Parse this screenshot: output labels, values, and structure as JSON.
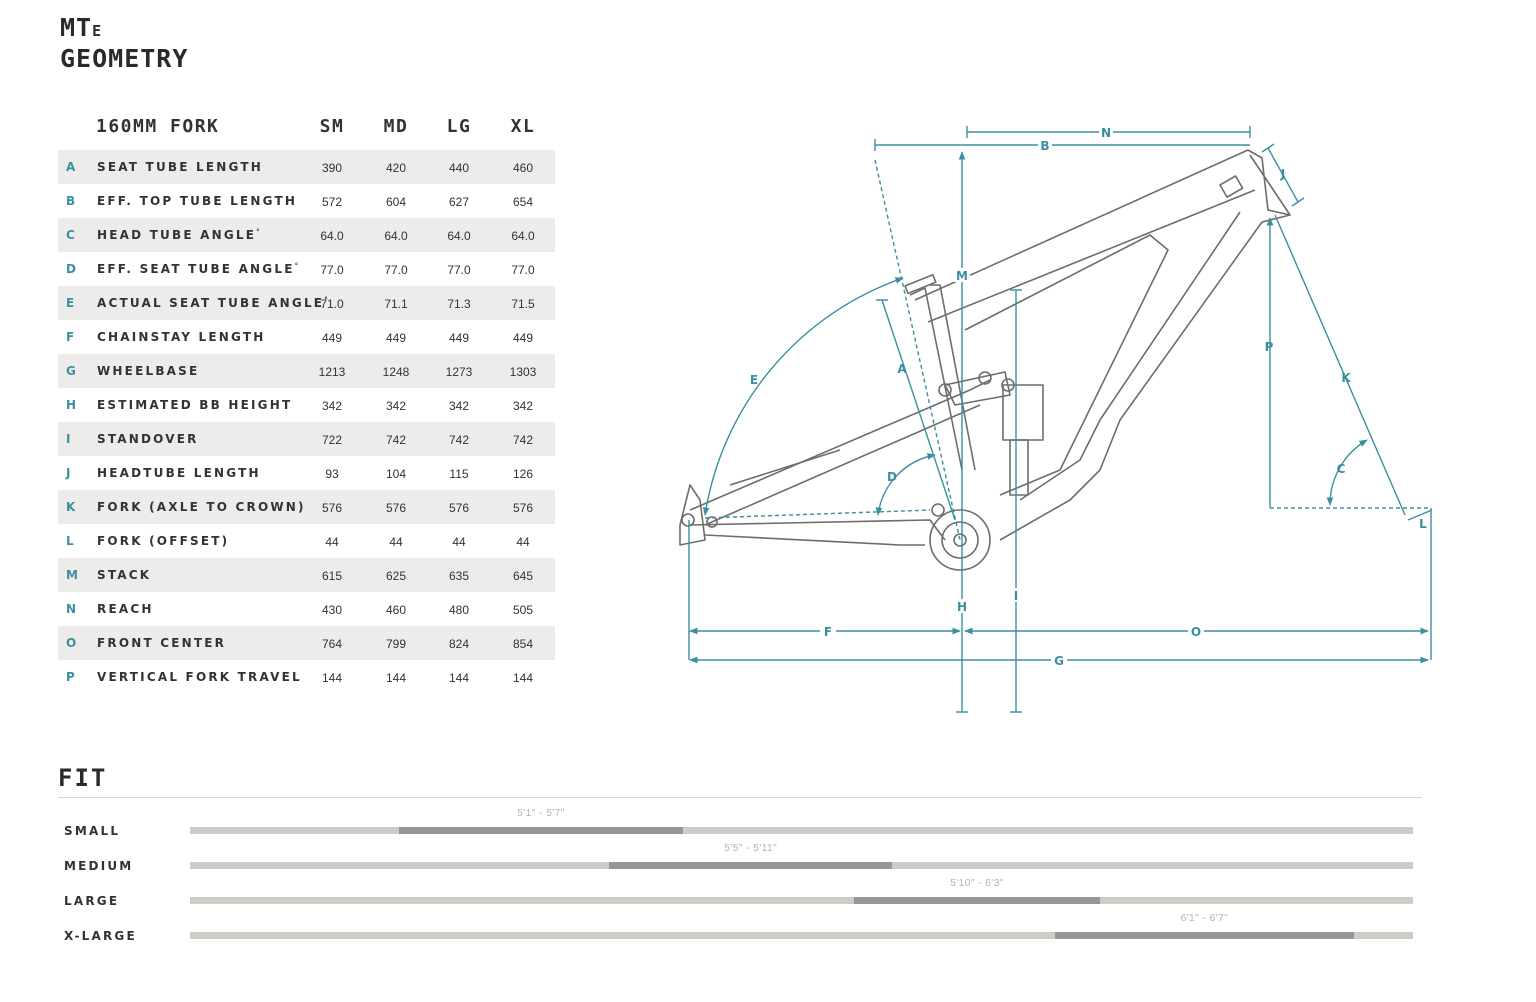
{
  "title": {
    "model": "MT",
    "model_suffix": "E",
    "heading": "GEOMETRY"
  },
  "table": {
    "fork_label": "160MM FORK",
    "sizes": [
      "SM",
      "MD",
      "LG",
      "XL"
    ],
    "rows": [
      {
        "letter": "A",
        "label": "SEAT TUBE LENGTH",
        "degree": "",
        "values": [
          "390",
          "420",
          "440",
          "460"
        ]
      },
      {
        "letter": "B",
        "label": "EFF. TOP TUBE LENGTH",
        "degree": "",
        "values": [
          "572",
          "604",
          "627",
          "654"
        ]
      },
      {
        "letter": "C",
        "label": "HEAD TUBE ANGLE",
        "degree": "°",
        "values": [
          "64.0",
          "64.0",
          "64.0",
          "64.0"
        ]
      },
      {
        "letter": "D",
        "label": "EFF. SEAT TUBE ANGLE",
        "degree": "°",
        "values": [
          "77.0",
          "77.0",
          "77.0",
          "77.0"
        ]
      },
      {
        "letter": "E",
        "label": "ACTUAL SEAT TUBE ANGLE",
        "degree": "°",
        "values": [
          "71.0",
          "71.1",
          "71.3",
          "71.5"
        ]
      },
      {
        "letter": "F",
        "label": "CHAINSTAY LENGTH",
        "degree": "",
        "values": [
          "449",
          "449",
          "449",
          "449"
        ]
      },
      {
        "letter": "G",
        "label": "WHEELBASE",
        "degree": "",
        "values": [
          "1213",
          "1248",
          "1273",
          "1303"
        ]
      },
      {
        "letter": "H",
        "label": "ESTIMATED BB HEIGHT",
        "degree": "",
        "values": [
          "342",
          "342",
          "342",
          "342"
        ]
      },
      {
        "letter": "I",
        "label": "STANDOVER",
        "degree": "",
        "values": [
          "722",
          "742",
          "742",
          "742"
        ]
      },
      {
        "letter": "J",
        "label": "HEADTUBE LENGTH",
        "degree": "",
        "values": [
          "93",
          "104",
          "115",
          "126"
        ]
      },
      {
        "letter": "K",
        "label": "FORK (AXLE TO CROWN)",
        "degree": "",
        "values": [
          "576",
          "576",
          "576",
          "576"
        ]
      },
      {
        "letter": "L",
        "label": "FORK (OFFSET)",
        "degree": "",
        "values": [
          "44",
          "44",
          "44",
          "44"
        ]
      },
      {
        "letter": "M",
        "label": "STACK",
        "degree": "",
        "values": [
          "615",
          "625",
          "635",
          "645"
        ]
      },
      {
        "letter": "N",
        "label": "REACH",
        "degree": "",
        "values": [
          "430",
          "460",
          "480",
          "505"
        ]
      },
      {
        "letter": "O",
        "label": "FRONT CENTER",
        "degree": "",
        "values": [
          "764",
          "799",
          "824",
          "854"
        ]
      },
      {
        "letter": "P",
        "label": "VERTICAL FORK TRAVEL",
        "degree": "",
        "values": [
          "144",
          "144",
          "144",
          "144"
        ]
      }
    ]
  },
  "diagram_labels": {
    "a": "A",
    "b": "B",
    "c": "C",
    "d": "D",
    "e": "E",
    "f": "F",
    "g": "G",
    "h": "H",
    "i": "I",
    "j": "J",
    "k": "K",
    "l": "L",
    "m": "M",
    "n": "N",
    "o": "O",
    "p": "P"
  },
  "fit": {
    "title": "FIT",
    "rows": [
      {
        "label": "SMALL",
        "range": "5'1\" - 5'7\"",
        "start": 0.171,
        "end": 0.403
      },
      {
        "label": "MEDIUM",
        "range": "5'5\" - 5'11\"",
        "start": 0.343,
        "end": 0.574
      },
      {
        "label": "LARGE",
        "range": "5'10\" - 6'3\"",
        "start": 0.543,
        "end": 0.744
      },
      {
        "label": "X-LARGE",
        "range": "6'1\" - 6'7\"",
        "start": 0.707,
        "end": 0.952
      }
    ]
  },
  "colors": {
    "accent": "#3b8fa0",
    "frame": "#6d6d6d",
    "row_shade": "#eeecea",
    "bar_track": "#cfcbc7",
    "bar_fill": "#999593"
  }
}
